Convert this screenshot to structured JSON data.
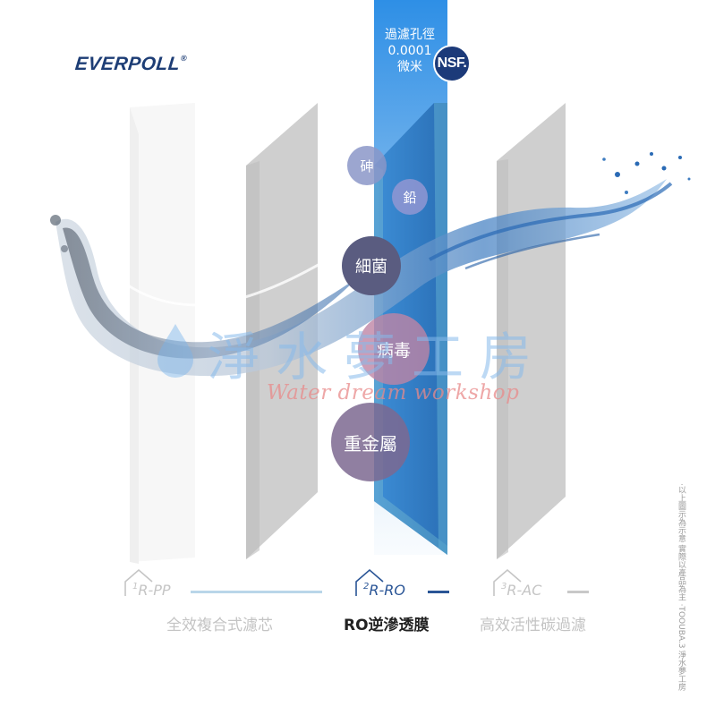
{
  "brand": {
    "logo_text": "EVERPOLL",
    "registered_mark": "®"
  },
  "ro_header": {
    "pore_label": "過濾孔徑",
    "pore_value": "0.0001",
    "pore_unit": "微米",
    "certification": "NSF."
  },
  "contaminants": [
    {
      "label": "砷"
    },
    {
      "label": "鉛"
    },
    {
      "label": "細菌"
    },
    {
      "label": "病毒"
    },
    {
      "label": "重金屬"
    }
  ],
  "stages": [
    {
      "number": "1",
      "code": "R-PP",
      "name": "全效複合式濾芯",
      "color": "#b9d6e9",
      "name_color": "#c4c4c4"
    },
    {
      "number": "2",
      "code": "R-RO",
      "name": "RO逆滲透膜",
      "color": "#2a5596",
      "name_color": "#222222"
    },
    {
      "number": "3",
      "code": "R-AC",
      "name": "高效活性碳過濾",
      "color": "#c8c8c8",
      "name_color": "#c4c4c4"
    }
  ],
  "watermark": {
    "chinese": "淨水夢工房",
    "english": "Water dream workshop"
  },
  "side_note": "‧以上圖示為示意 實際以產品為主 ‧TOOUBA.3 淨水夢工房"
}
